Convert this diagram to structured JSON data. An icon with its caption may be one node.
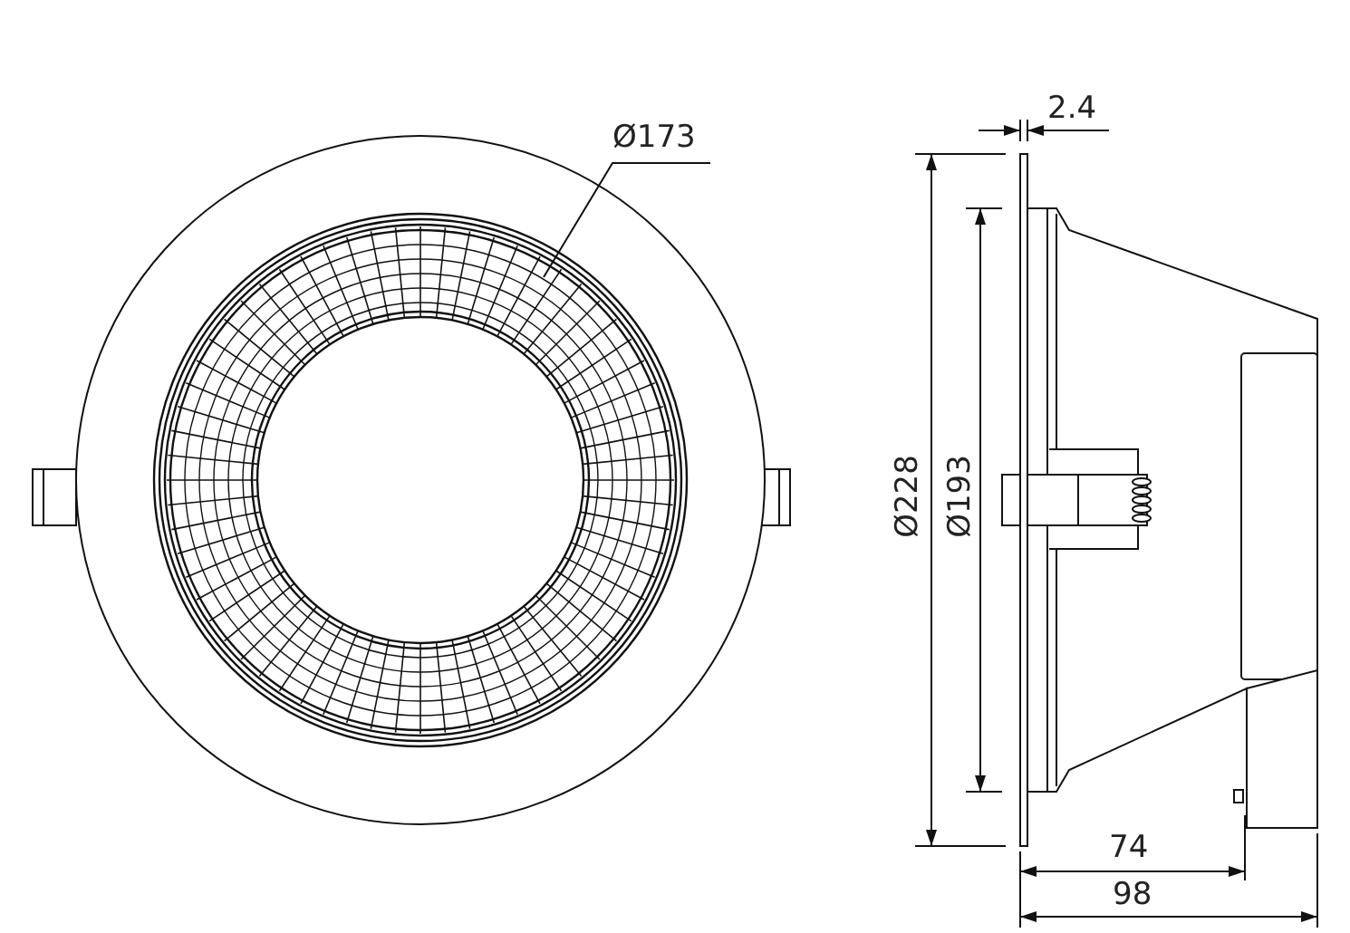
{
  "diagram": {
    "nodes": [
      {
        "text": [
          "Ø173"
        ]
      },
      {
        "text": [],
        "shape": "picture"
      }
    ],
    "edges": [
      {
        "from": 0,
        "to": 1,
        "arrow": "none"
      }
    ],
    "labels": [
      "2.4",
      "Ø228",
      "Ø193",
      "74",
      "98"
    ]
  }
}
